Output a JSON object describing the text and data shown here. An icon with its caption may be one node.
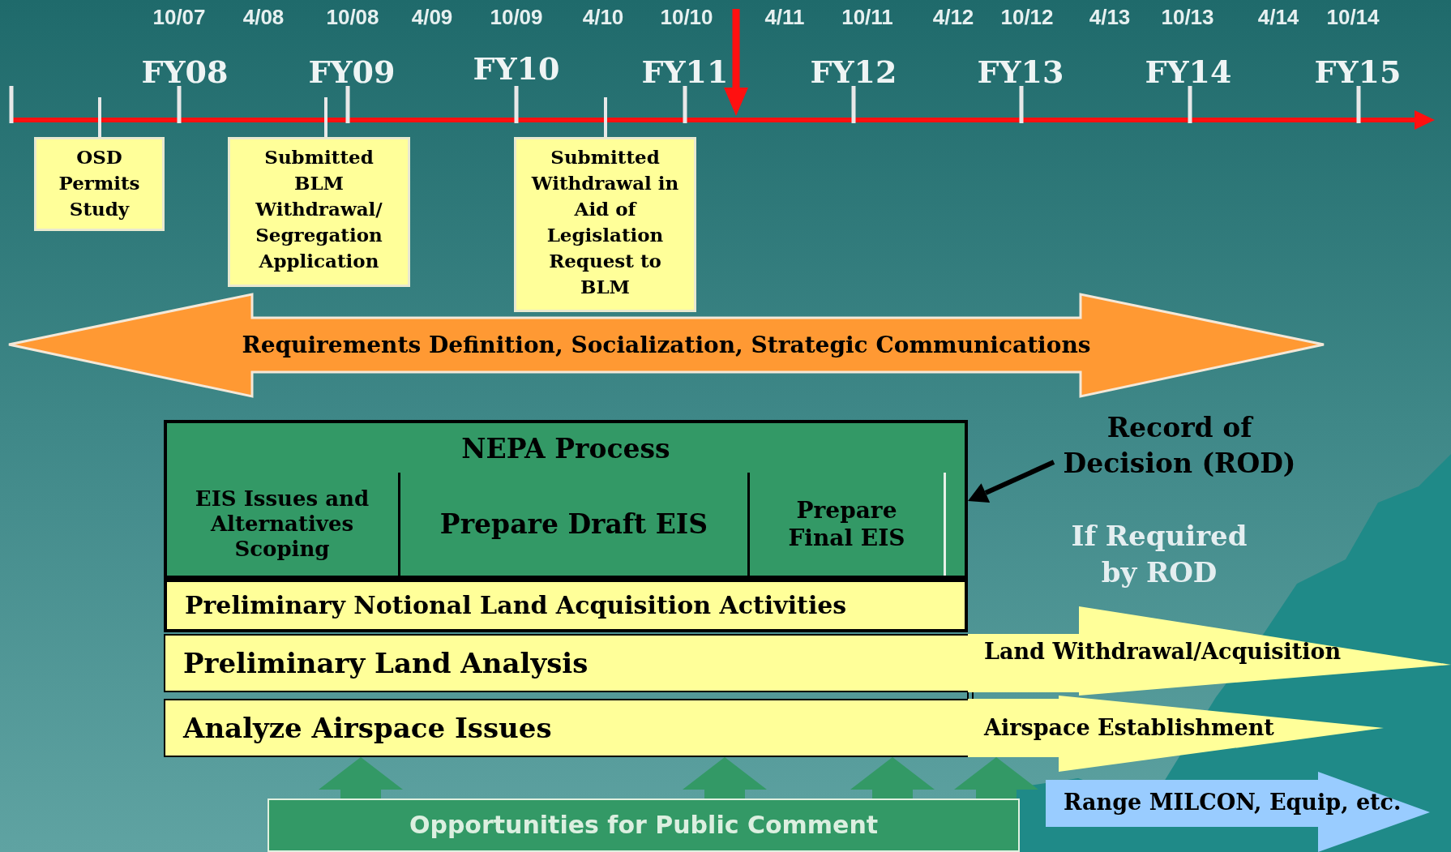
{
  "diagram": {
    "nodes": [
      {
        "text": [
          "OSD Permits Study"
        ]
      },
      {
        "text": [
          "Submitted BLM Withdrawal/ Segregation Application"
        ]
      },
      {
        "text": [
          "Submitted Withdrawal in Aid of Legislation Request to BLM"
        ]
      },
      {
        "text": [
          "Requirements Definition, Socialization, Strategic Communications"
        ]
      },
      {
        "text": [
          "NEPA Process"
        ]
      },
      {
        "text": [
          "EIS Issues and Alternatives Scoping"
        ],
        "in": 4
      },
      {
        "text": [
          "Prepare Draft EIS"
        ],
        "in": 4
      },
      {
        "text": [
          "Prepare Final EIS"
        ],
        "in": 4
      },
      {
        "text": [],
        "shape": "box",
        "in": 4
      },
      {
        "text": [
          "Record of Decision (ROD)"
        ]
      },
      {
        "text": [
          "Preliminary Notional Land Acquisition Activities"
        ]
      },
      {
        "text": [
          "Preliminary Land Analysis"
        ]
      },
      {
        "text": [
          "Analyze Airspace Issues"
        ]
      },
      {
        "text": [
          "Land Withdrawal/Acquisition"
        ]
      },
      {
        "text": [
          "Airspace Establishment"
        ]
      },
      {
        "text": [
          "Range MILCON, Equip, etc."
        ]
      },
      {
        "text": [
          "Opportunities for Public Comment"
        ]
      }
    ],
    "edges": [
      {
        "from": 9,
        "to": 8,
        "arrow": "to",
        "color": "#000000"
      },
      {
        "from": 16,
        "to": 12,
        "arrow": "to"
      },
      {
        "from": 16,
        "to": 12,
        "arrow": "to"
      },
      {
        "from": 16,
        "to": 12,
        "arrow": "to"
      },
      {
        "from": 16,
        "to": 14,
        "arrow": "to"
      }
    ],
    "labels": [
      "10/07",
      "4/08",
      "10/08",
      "4/09",
      "10/09",
      "4/10",
      "10/10",
      "4/11",
      "10/11",
      "4/12",
      "10/12",
      "4/13",
      "10/13",
      "4/14",
      "10/14",
      "FY08",
      "FY09",
      "FY10",
      "FY11",
      "FY12",
      "FY13",
      "FY14",
      "FY15",
      "If Required by ROD"
    ]
  }
}
